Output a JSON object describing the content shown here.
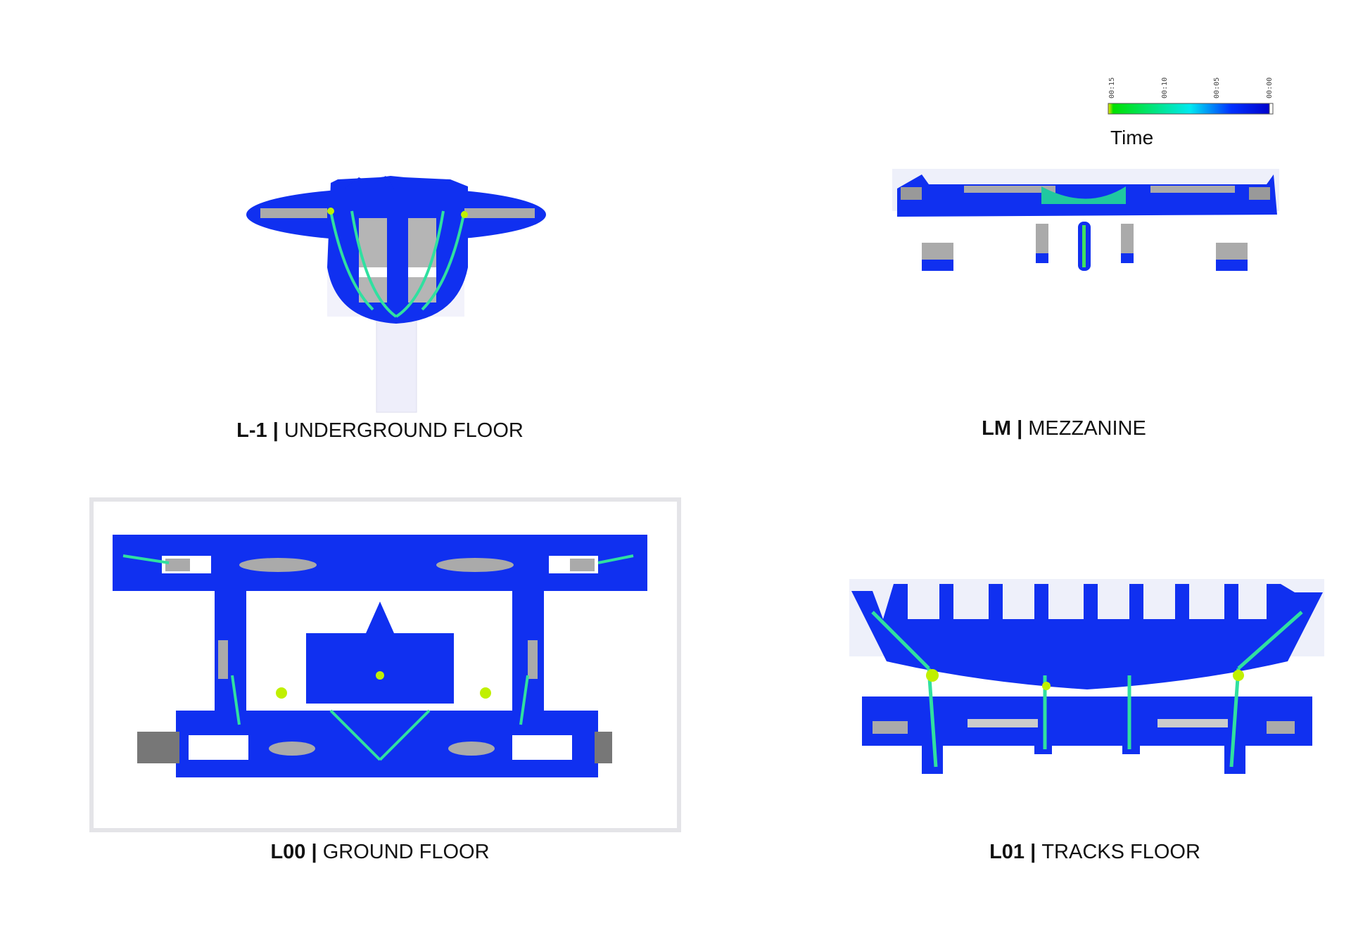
{
  "legend": {
    "title": "Time",
    "ticks": [
      "00:15",
      "00:10",
      "00:05",
      "00:00"
    ],
    "colors": [
      "#f5e400",
      "#00e000",
      "#00e8f0",
      "#0030ff",
      "#0000c8"
    ]
  },
  "floors": [
    {
      "code": "L-1",
      "name": "UNDERGROUND FLOOR"
    },
    {
      "code": "LM",
      "name": "MEZZANINE"
    },
    {
      "code": "L00",
      "name": "GROUND FLOOR"
    },
    {
      "code": "L01",
      "name": "TRACKS FLOOR"
    }
  ]
}
